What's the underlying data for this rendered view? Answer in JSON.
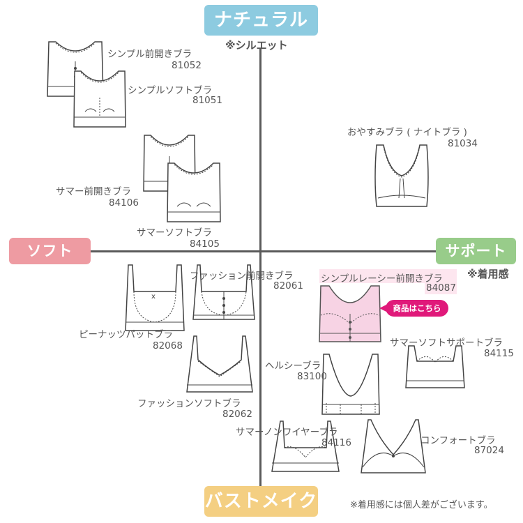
{
  "axes": {
    "top": "ナチュラル",
    "top_note": "※シルエット",
    "left": "ソフト",
    "right": "サポート",
    "right_note": "※着用感",
    "bottom": "バストメイク"
  },
  "footnote": "※着用感には個人差がございます。",
  "colors": {
    "natural": "#8dcbe0",
    "soft": "#ee9ba2",
    "support": "#98cc8a",
    "bustmake": "#f4cf82",
    "badge": "#e0197a",
    "highlight": "#fde6ef"
  },
  "products": [
    {
      "name": "シンプル前開きブラ",
      "code": "81052"
    },
    {
      "name": "シンプルソフトブラ",
      "code": "81051"
    },
    {
      "name": "おやすみブラ ( ナイトブラ )",
      "code": "81034"
    },
    {
      "name": "サマー前開きブラ",
      "code": "84106"
    },
    {
      "name": "サマーソフトブラ",
      "code": "84105"
    },
    {
      "name": "ファッション前開きブラ",
      "code": "82061"
    },
    {
      "name": "シンプルレーシー前開きブラ",
      "code": "84087"
    },
    {
      "name": "ピーナッツパットブラ",
      "code": "82068"
    },
    {
      "name": "サマーソフトサポートブラ",
      "code": "84115"
    },
    {
      "name": "ヘルシーブラ",
      "code": "83100"
    },
    {
      "name": "ファッションソフトブラ",
      "code": "82062"
    },
    {
      "name": "サマーノンワイヤーブラ",
      "code": "84116"
    },
    {
      "name": "コンフォートブラ",
      "code": "87024"
    }
  ],
  "badge": "商品はこちら"
}
